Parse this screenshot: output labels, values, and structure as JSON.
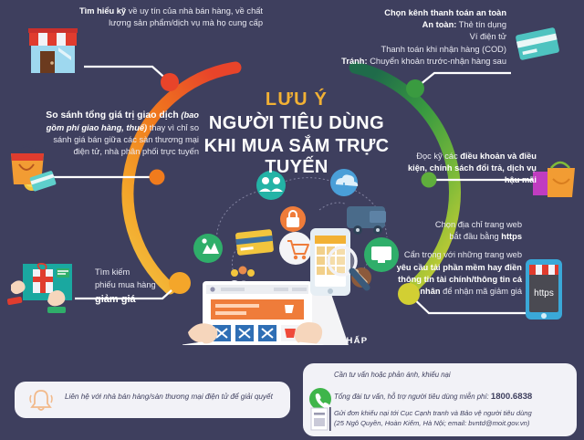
{
  "meta": {
    "background_color": "#3e3f5e",
    "accent_yellow": "#f2b134",
    "arc_colors": [
      "#e8442a",
      "#f07b1d",
      "#f4a62a",
      "#f2c53d",
      "#9ec63b",
      "#4aa03f",
      "#1f6b4a"
    ]
  },
  "title": {
    "line1": "LƯU Ý",
    "line2": "NGƯỜI TIÊU DÙNG",
    "line3": "KHI MUA SẮM TRỰC TUYẾN"
  },
  "callouts": [
    {
      "id": "seller-reputation",
      "icon": "shop-icon",
      "align": "left",
      "lead": "Tìm hiểu kỹ",
      "rest": " về uy tín của nhà bán hàng, về chất lượng sản phẩm/dịch vụ mà họ cung cấp"
    },
    {
      "id": "payment-channel",
      "icon": "credit-card-icon",
      "align": "right",
      "heading": "Chọn kênh thanh toán an toàn",
      "safe_label": "An toàn:",
      "safe_items": [
        "Thẻ tín dụng",
        "Ví điện tử",
        "Thanh toán khi nhận hàng (COD)"
      ],
      "avoid_label": "Tránh:",
      "avoid_text": "Chuyển khoản trước-nhận hàng sau"
    },
    {
      "id": "compare-total-value",
      "icon": "shopping-bag-card-icon",
      "align": "left",
      "lead": "So sánh tổng giá trị giao dịch",
      "italic": " (bao gồm phí giao hàng, thuế)",
      "rest": " thay vì chỉ so sánh giá bán giữa các sàn thương mại điện tử, nhà phân phối trực tuyến"
    },
    {
      "id": "read-terms",
      "icon": "gift-bag-icon",
      "align": "right",
      "pre": "Đọc kỹ các ",
      "bold": "điều khoản và điều kiện, chính sách đổi trả, dịch vụ hậu mãi"
    },
    {
      "id": "https-site",
      "icon": "phone-https-icon",
      "align": "right",
      "line1": "Chọn địa chỉ trang web",
      "line2_pre": "bắt đầu bằng ",
      "line2_bold": "https",
      "para_pre": "Cẩn trọng với những trang web ",
      "para_bold": "yêu cầu tải phần mềm hay điền thông tin tài chính/thông tin cá nhân",
      "para_post": " để nhận mã giảm giá"
    },
    {
      "id": "discount-voucher",
      "icon": "tablet-gift-icon",
      "align": "left",
      "line1": "Tìm kiếm",
      "line2": "phiếu mua hàng",
      "line3_bold": "giảm giá"
    }
  ],
  "dispute": {
    "heading": "KHI PHÁT SINH TRANH CHẤP",
    "card_left": {
      "icon": "bell-icon",
      "text": "Liên hệ với nhà bán hàng/sàn thương mại điện tử để giải quyết"
    },
    "card_right": {
      "top_text": "Cần tư vấn hoặc phản ánh, khiếu nại",
      "phone_icon": "phone-icon",
      "phone_text": "Tổng đài tư vấn, hỗ trợ người tiêu dùng miễn phí: ",
      "phone_number": "1800.6838",
      "mail_icon": "document-icon",
      "mail_line1": "Gửi đơn khiếu nại tới Cục Cạnh tranh và Bảo vệ người tiêu dùng",
      "mail_line2": "(25 Ngô Quyền, Hoàn Kiếm, Hà Nội; email: bvntd@moit.gov.vn)"
    }
  },
  "center_icons": [
    {
      "name": "group-users-icon"
    },
    {
      "name": "lock-icon"
    },
    {
      "name": "cloud-download-icon"
    },
    {
      "name": "delivery-truck-icon"
    },
    {
      "name": "credit-card-small-icon"
    },
    {
      "name": "location-pin-icon"
    },
    {
      "name": "people-icon"
    },
    {
      "name": "diamond-icon"
    },
    {
      "name": "shopping-cart-icon"
    },
    {
      "name": "monitor-icon"
    },
    {
      "name": "laptop-icon"
    },
    {
      "name": "smartphone-search-icon"
    },
    {
      "name": "magnifier-icon"
    },
    {
      "name": "wrench-icon"
    },
    {
      "name": "hands-icon"
    }
  ]
}
